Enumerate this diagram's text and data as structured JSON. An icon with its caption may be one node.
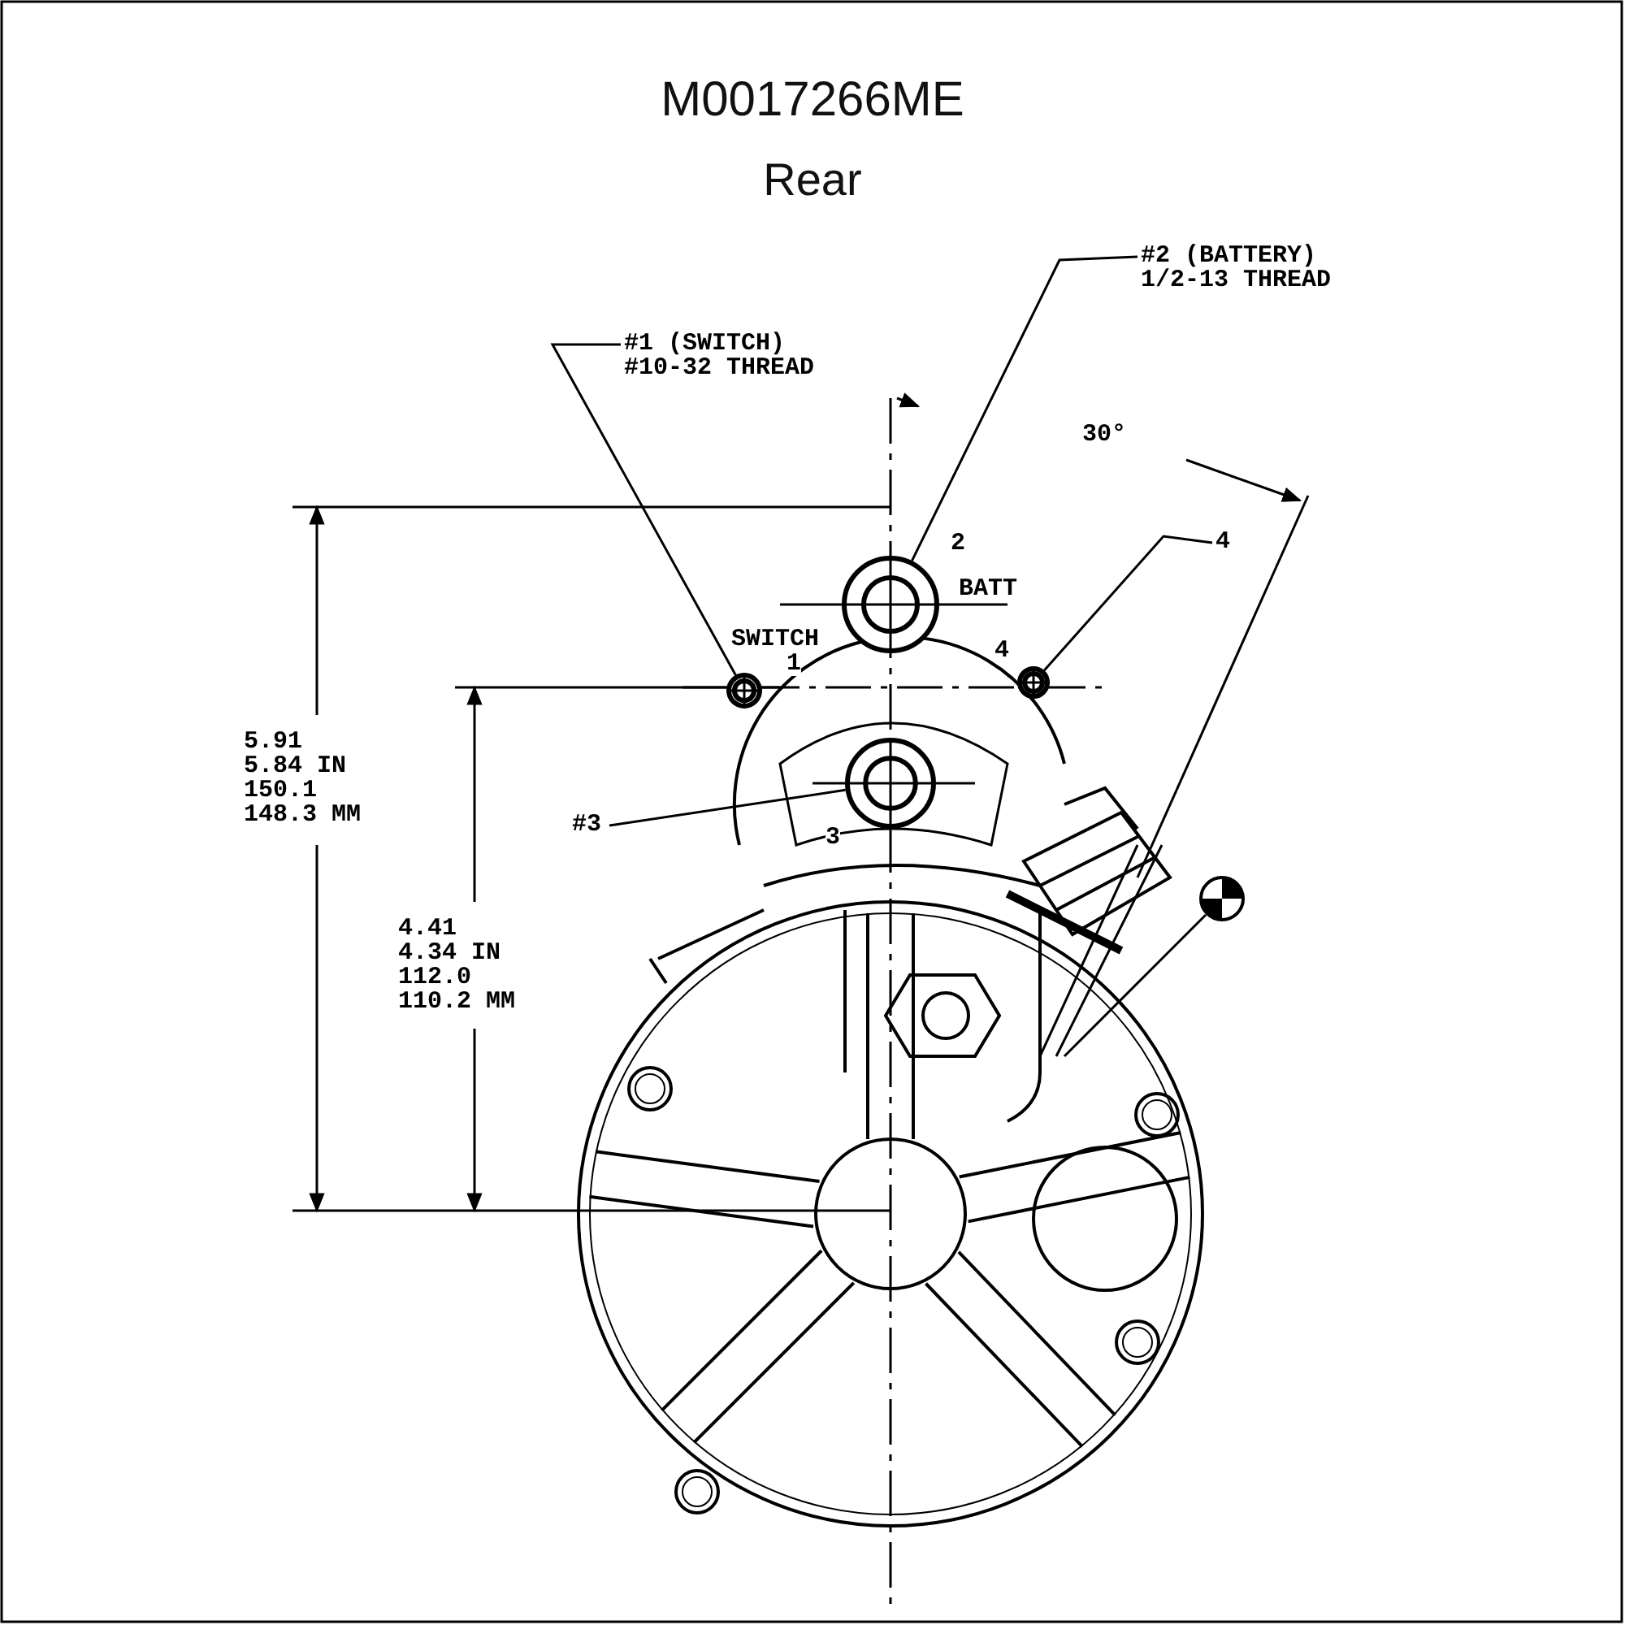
{
  "diagram": {
    "title": "M0017266ME",
    "nodes": [
      {
        "text": [
          "#1 (SWITCH) #10-32 THREAD"
        ]
      },
      {
        "text": [],
        "shape": "circle"
      },
      {
        "text": [
          "#2 (BATTERY) 1/2-13 THREAD"
        ]
      },
      {
        "text": [],
        "shape": "circle"
      },
      {
        "text": [
          "#3"
        ]
      },
      {
        "text": [],
        "shape": "circle"
      },
      {
        "text": [
          "4"
        ]
      },
      {
        "text": [],
        "shape": "circle"
      }
    ],
    "edges": [
      {
        "from": 0,
        "to": 1,
        "arrow": "none"
      },
      {
        "from": 2,
        "to": 3,
        "arrow": "none"
      },
      {
        "from": 4,
        "to": 5,
        "arrow": "none"
      },
      {
        "from": 6,
        "to": 7,
        "arrow": "none"
      }
    ],
    "labels": [
      "Rear",
      "30°",
      "2",
      "BATT",
      "SWITCH",
      "1",
      "4",
      "3",
      "5.91",
      "5.84 IN",
      "150.1",
      "148.3 MM",
      "4.41",
      "4.34 IN",
      "112.0",
      "110.2 MM"
    ]
  }
}
